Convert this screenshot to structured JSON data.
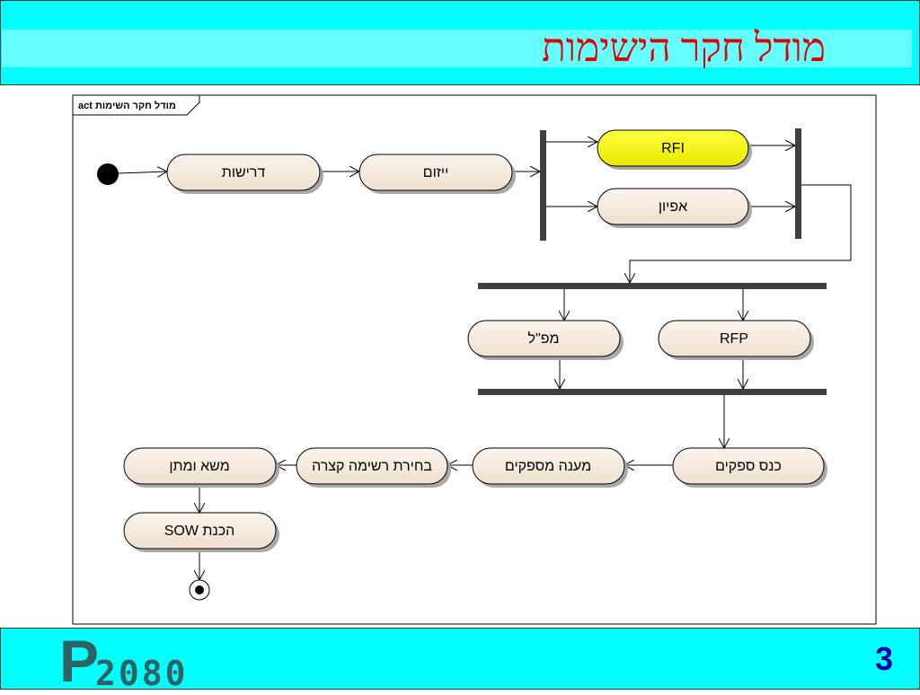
{
  "slide": {
    "title": "מודל חקר הישימות",
    "page_number": "3",
    "logo_letter": "P",
    "logo_number": "2080"
  },
  "diagram": {
    "frame_label": "act מודל חקר השימות",
    "nodes": {
      "requirements": "דרישות",
      "initiation": "ייזום",
      "rfi": "RFI",
      "characterization": "אפיון",
      "rfp": "RFP",
      "specification": "מפ\"ל",
      "bidders_conference": "כנס ספקים",
      "vendor_response": "מענה מספקים",
      "shortlist": "בחירת רשימה קצרה",
      "negotiation": "משא ומתן",
      "sow": "הכנת SOW"
    },
    "colors": {
      "node_fill": "#f7ece0",
      "highlight_fill": "#f5f500",
      "fork_bar": "#404040",
      "band": "#00ffff",
      "title": "#e00000"
    }
  }
}
